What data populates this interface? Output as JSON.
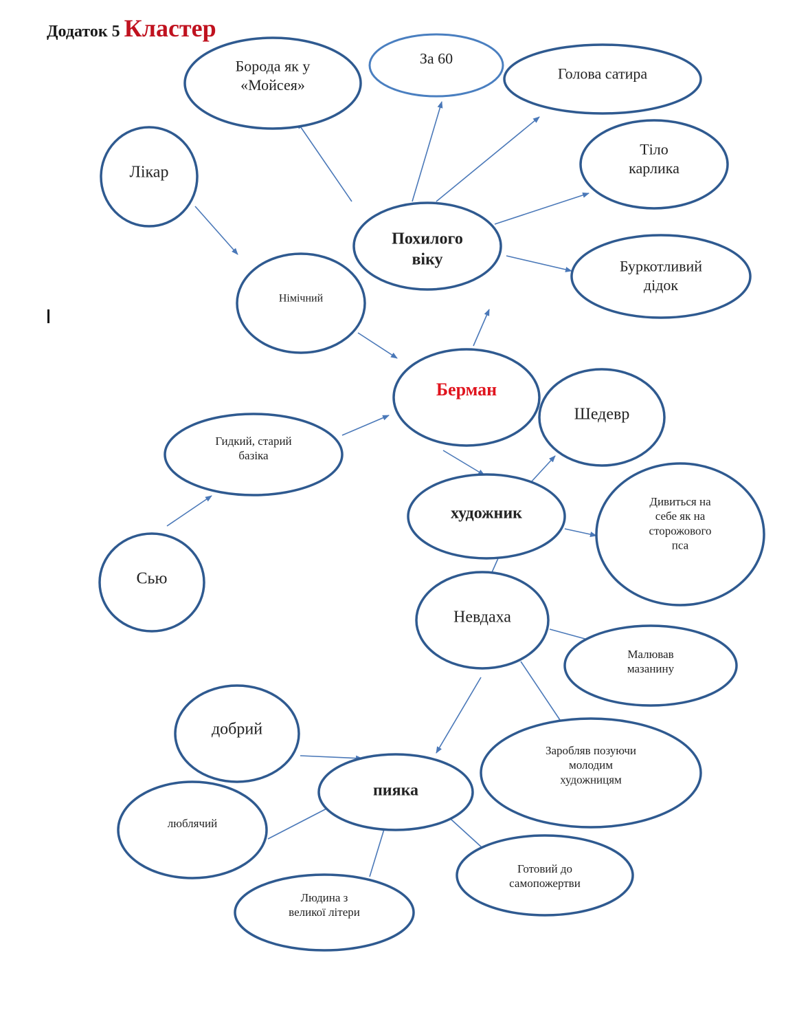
{
  "title": {
    "prefix": "Додаток 5",
    "main": "Кластер"
  },
  "colors": {
    "node_stroke": "#2f5a90",
    "arrow": "#4a78b8",
    "accent": "#e0141e",
    "title_accent": "#c0121f"
  },
  "nodes": [
    {
      "id": "boroda",
      "lines": [
        "Борода як у",
        "«Мойсея»"
      ]
    },
    {
      "id": "za60",
      "lines": [
        "За 60"
      ]
    },
    {
      "id": "holova",
      "lines": [
        "Голова сатира"
      ]
    },
    {
      "id": "tilo",
      "lines": [
        "Тіло",
        "карлика"
      ]
    },
    {
      "id": "likar",
      "lines": [
        "Лікар"
      ]
    },
    {
      "id": "pokhyloho",
      "lines": [
        "Похилого",
        "віку"
      ]
    },
    {
      "id": "burkotlyvyi",
      "lines": [
        "Буркотливий",
        "дідок"
      ]
    },
    {
      "id": "nimichnyi",
      "lines": [
        "Німічний"
      ]
    },
    {
      "id": "berman",
      "lines": [
        "Берман"
      ]
    },
    {
      "id": "shedevr",
      "lines": [
        "Шедевр"
      ]
    },
    {
      "id": "hydkyi",
      "lines": [
        "Гидкий, старий",
        "базіка"
      ]
    },
    {
      "id": "khudozhnyk",
      "lines": [
        "художник"
      ]
    },
    {
      "id": "dyvytsia",
      "lines": [
        "Дивиться на",
        "себе як на",
        "сторожового",
        "пса"
      ]
    },
    {
      "id": "siu",
      "lines": [
        "Сью"
      ]
    },
    {
      "id": "nevdakha",
      "lines": [
        "Невдаха"
      ]
    },
    {
      "id": "maliuvav",
      "lines": [
        "Малював",
        "мазанину"
      ]
    },
    {
      "id": "dobryi",
      "lines": [
        "добрий"
      ]
    },
    {
      "id": "zarobliav",
      "lines": [
        "Заробляв позуючи",
        "молодим",
        "художницям"
      ]
    },
    {
      "id": "piiaka",
      "lines": [
        "пияка"
      ]
    },
    {
      "id": "liubliachyi",
      "lines": [
        "люблячий"
      ]
    },
    {
      "id": "hotovyi",
      "lines": [
        "Готовий до",
        "самопожертви"
      ]
    },
    {
      "id": "liudyna",
      "lines": [
        "Людина з",
        "великої літери"
      ]
    }
  ]
}
